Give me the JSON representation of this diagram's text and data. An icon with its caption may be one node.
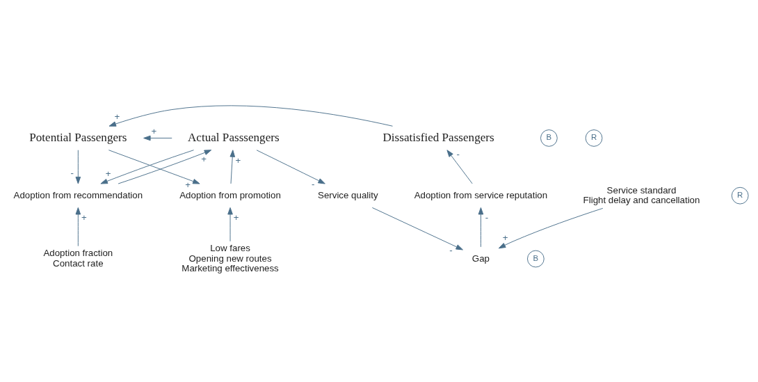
{
  "diagram": {
    "nodes": [
      {
        "text": [
          "Potential Passengers"
        ]
      },
      {
        "text": [
          "Actual Passsengers"
        ]
      },
      {
        "text": [
          "Dissatisfied Passengers"
        ]
      },
      {
        "text": [
          "Adoption from promotion"
        ]
      },
      {
        "text": [
          "Adoption from recommendation"
        ]
      },
      {
        "text": [
          "Service quality"
        ]
      },
      {
        "text": [
          "Adoption from service reputation"
        ]
      },
      {
        "text": [
          "Low fares",
          "Opening new routes",
          "Marketing effectiveness"
        ]
      },
      {
        "text": [
          "Adoption fraction",
          "Contact rate"
        ]
      },
      {
        "text": [
          "Gap"
        ]
      },
      {
        "text": [
          "Service standard",
          "Flight delay and cancellation"
        ]
      }
    ],
    "edges": [
      {
        "from": 2,
        "to": 0,
        "arrow": "to",
        "label": "+"
      },
      {
        "from": 1,
        "to": 0,
        "arrow": "to",
        "label": "+"
      },
      {
        "from": 0,
        "to": 3,
        "arrow": "to",
        "label": "+"
      },
      {
        "from": 3,
        "to": 1,
        "arrow": "to",
        "label": "+"
      },
      {
        "from": 4,
        "to": 1,
        "arrow": "to",
        "label": "+"
      },
      {
        "from": 1,
        "to": 4,
        "arrow": "to",
        "label": "+"
      },
      {
        "from": 1,
        "to": 5,
        "arrow": "to",
        "label": "-"
      },
      {
        "from": 6,
        "to": 2,
        "arrow": "to",
        "label": "-"
      },
      {
        "from": 7,
        "to": 3,
        "arrow": "to",
        "label": "+"
      },
      {
        "from": 0,
        "to": 4,
        "arrow": "to",
        "label": "-"
      },
      {
        "from": 8,
        "to": 4,
        "arrow": "to",
        "label": "+"
      },
      {
        "from": 5,
        "to": 9,
        "arrow": "to",
        "label": "-"
      },
      {
        "from": 9,
        "to": 6,
        "arrow": "to",
        "label": "-"
      },
      {
        "from": 10,
        "to": 9,
        "arrow": "to",
        "label": "+"
      }
    ],
    "labels": [
      "B",
      "R",
      "R",
      "B"
    ]
  }
}
